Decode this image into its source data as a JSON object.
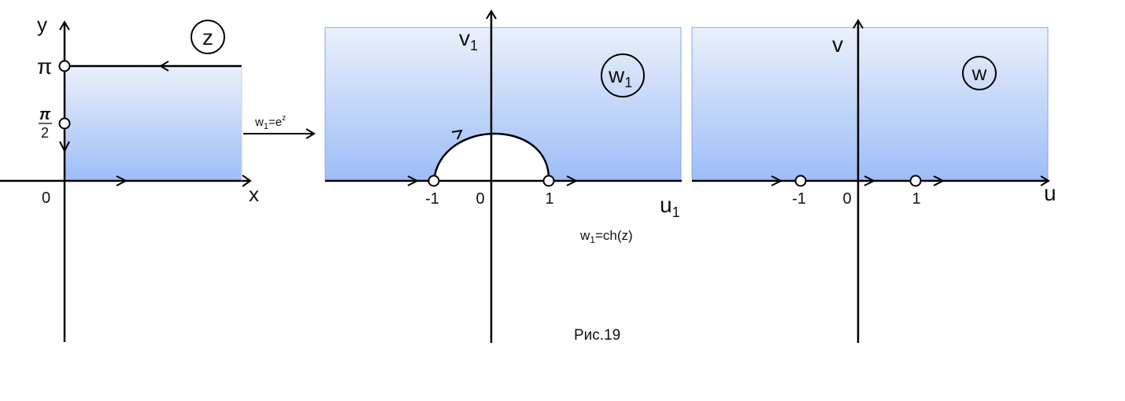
{
  "panels": {
    "z": {
      "circle_label": "z",
      "axis_x": "x",
      "axis_y": "y",
      "origin": "0",
      "tick_pi": "π",
      "tick_half_pi_num": "π",
      "tick_half_pi_den": "2"
    },
    "w1": {
      "circle_label_base": "w",
      "circle_label_sub": "1",
      "axis_u_base": "u",
      "axis_u_sub": "1",
      "axis_v_base": "v",
      "axis_v_sub": "1",
      "tick_minus1": "-1",
      "tick_0": "0",
      "tick_1": "1"
    },
    "w": {
      "circle_label": "w",
      "axis_u": "u",
      "axis_v": "v",
      "tick_minus1": "-1",
      "tick_0": "0",
      "tick_1": "1"
    }
  },
  "mappings": {
    "exp": {
      "lhs_base": "w",
      "lhs_sub": "1",
      "eq": "=e",
      "exp": "z"
    },
    "ch": {
      "lhs_base": "w",
      "lhs_sub": "1",
      "rhs": "=ch(z)"
    }
  },
  "caption": "Рис.19",
  "colors": {
    "fill_top": "#eaf0fb",
    "fill_bottom": "#9dbdf7",
    "stroke": "#000000",
    "frame": "#8aa6d8"
  }
}
